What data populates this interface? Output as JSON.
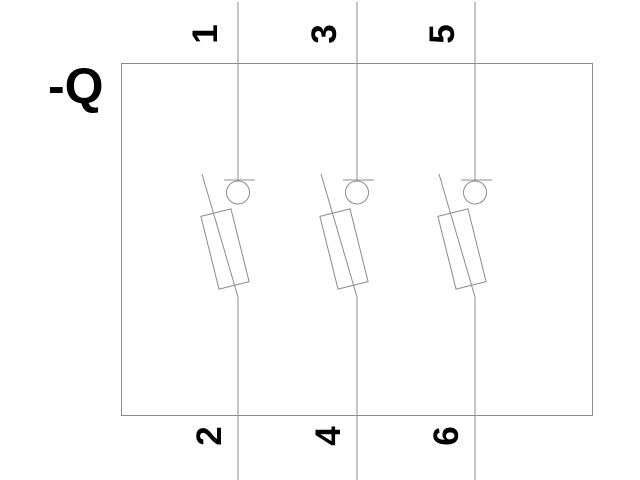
{
  "diagram": {
    "type": "electrical-schematic",
    "component": "three-pole fused switch-disconnector",
    "device_label": "-Q",
    "poles": [
      {
        "id": 1,
        "top_terminal": "1",
        "bottom_terminal": "2"
      },
      {
        "id": 2,
        "top_terminal": "3",
        "bottom_terminal": "4"
      },
      {
        "id": 3,
        "top_terminal": "5",
        "bottom_terminal": "6"
      }
    ],
    "colors": {
      "line": "#8c8c8c",
      "text": "#000000",
      "background": "#ffffff"
    }
  }
}
